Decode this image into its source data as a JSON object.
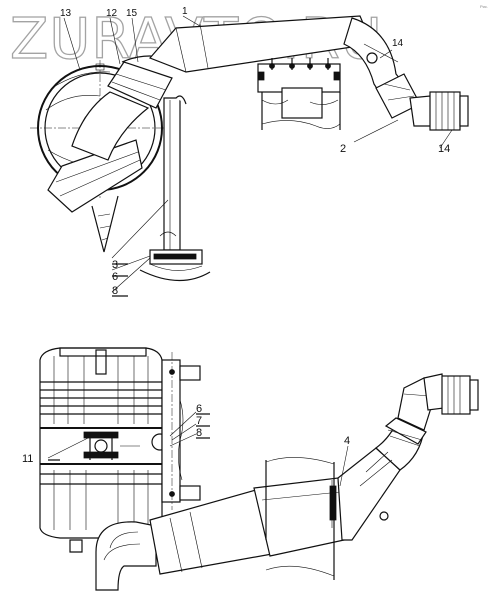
{
  "watermark": "ZURAVTO.RU",
  "corner_mark": "Рис.",
  "top_view": {
    "callouts": {
      "c13": "13",
      "c12": "12",
      "c15": "15",
      "c1": "1",
      "c14a": "14",
      "c2": "2",
      "c14b": "14",
      "c3": "3",
      "c6": "6",
      "c8": "8"
    }
  },
  "bottom_view": {
    "callouts": {
      "c6": "6",
      "c7": "7",
      "c8": "8",
      "c11": "11",
      "c4": "4"
    }
  }
}
